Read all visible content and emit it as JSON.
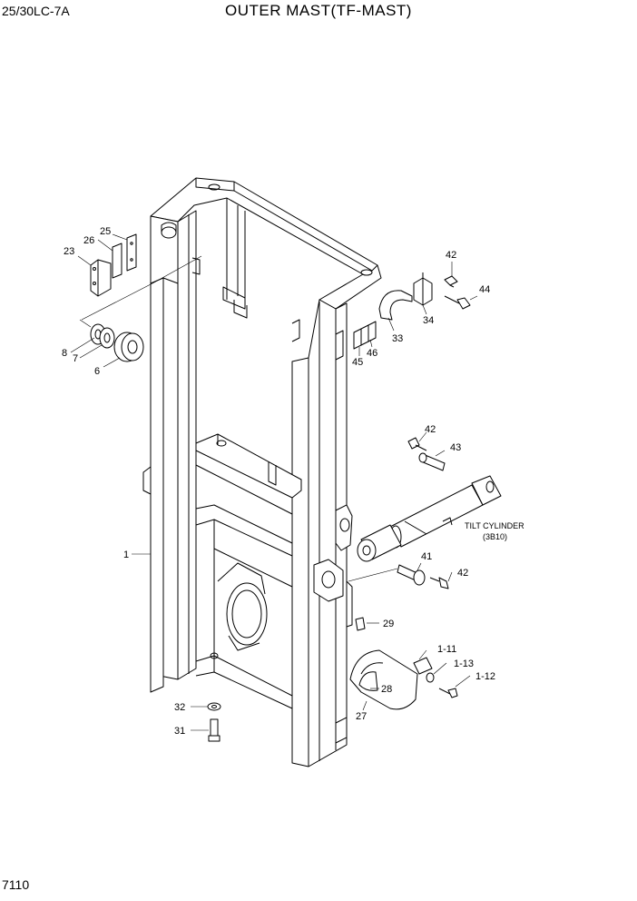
{
  "header": {
    "model": "25/30LC-7A",
    "title": "OUTER MAST(TF-MAST)"
  },
  "footer": {
    "page_number": "7110"
  },
  "callouts": {
    "c1": "1",
    "c6": "6",
    "c7": "7",
    "c8": "8",
    "c23": "23",
    "c25": "25",
    "c26": "26",
    "c27": "27",
    "c28": "28",
    "c29": "29",
    "c31": "31",
    "c32": "32",
    "c33": "33",
    "c34": "34",
    "c41": "41",
    "c42a": "42",
    "c42b": "42",
    "c42c": "42",
    "c43": "43",
    "c44": "44",
    "c45": "45",
    "c46": "46",
    "c1_11": "1-11",
    "c1_12": "1-12",
    "c1_13": "1-13"
  },
  "notes": {
    "tilt_cylinder": "TILT CYLINDER",
    "tilt_cylinder_ref": "(3B10)"
  }
}
